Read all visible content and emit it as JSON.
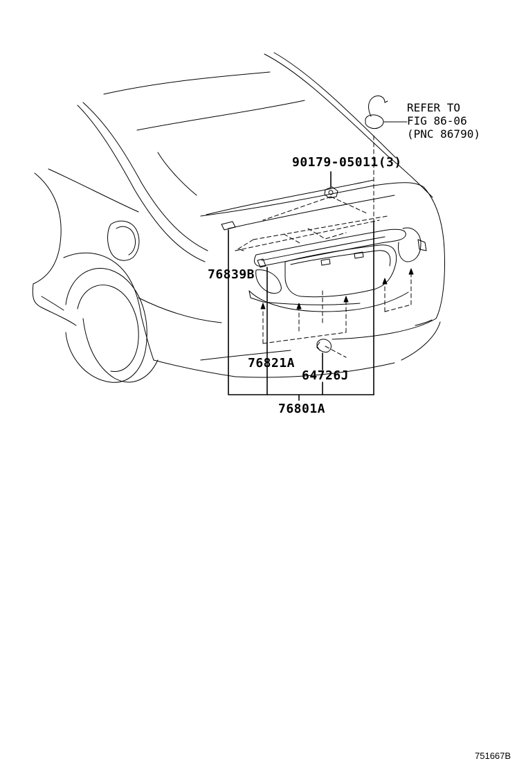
{
  "reference_note": {
    "line1": "REFER TO",
    "line2": "FIG 86-06",
    "line3": "(PNC 86790)"
  },
  "parts": {
    "nut": "90179-05011(3)",
    "clip": "76839B",
    "garnish": "76821A",
    "bulb": "64726J",
    "assembly": "76801A"
  },
  "figure_id": "751667B"
}
